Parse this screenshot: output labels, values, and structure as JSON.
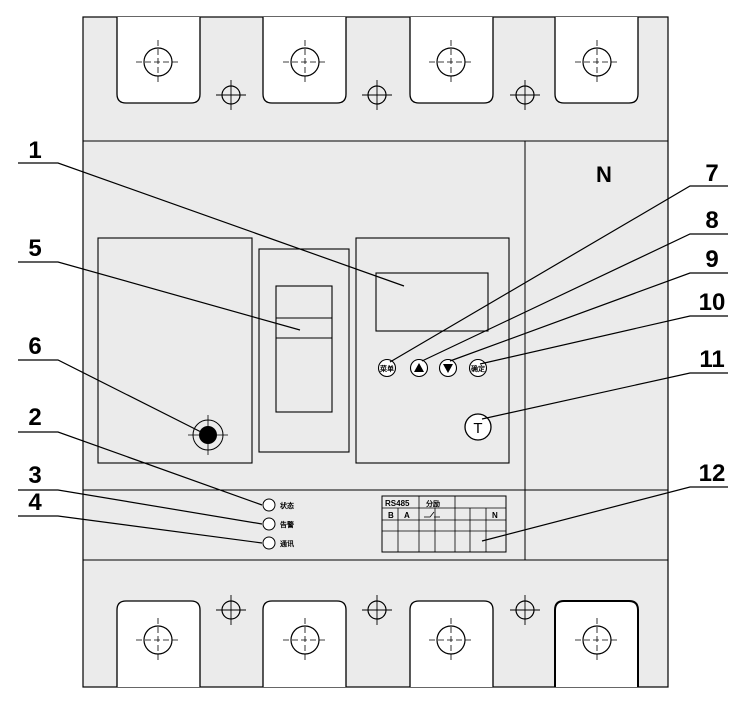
{
  "pole_label": "N",
  "callouts": [
    "1",
    "2",
    "3",
    "4",
    "5",
    "6",
    "7",
    "8",
    "9",
    "10",
    "11",
    "12"
  ],
  "indicators": {
    "status": "状态",
    "alarm": "告警",
    "comm": "通讯"
  },
  "buttons": {
    "menu": "菜单",
    "up": "▲",
    "down": "▼",
    "confirm": "确定",
    "test": "T"
  },
  "terminal_block": {
    "rs485": "RS485",
    "trip": "分励",
    "b": "B",
    "a": "A",
    "n": "N"
  }
}
